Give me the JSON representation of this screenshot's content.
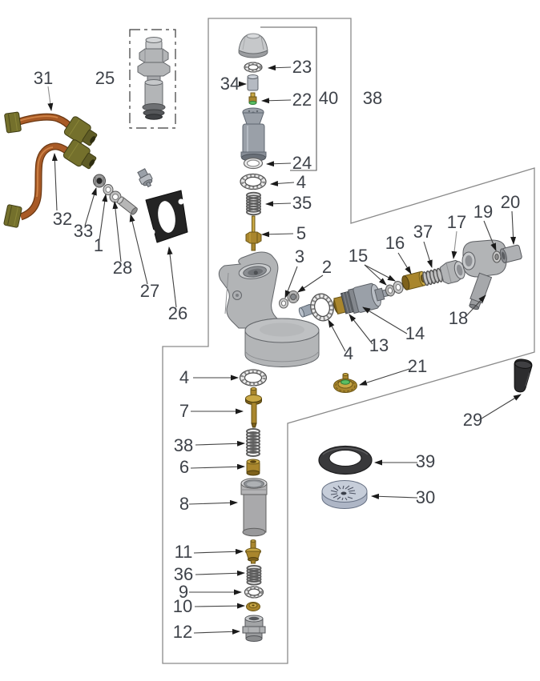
{
  "palette": {
    "copper": "#a85a26",
    "copper_dark": "#6b3812",
    "brass": "#a9862d",
    "olive_fitting": "#74702c",
    "part_gray": "#b3b5b7",
    "seal_green": "#5bbf63",
    "rubber_black": "#39393b",
    "screen_blue_gray": "#c6cdd9",
    "outline_gray": "#8a8a8a",
    "label_color": "#3e4249"
  },
  "callouts": {
    "c1": "1",
    "c2": "2",
    "c3": "3",
    "c4_col": "4",
    "c4_right": "4",
    "c4_bot": "4",
    "c5": "5",
    "c6": "6",
    "c7": "7",
    "c8": "8",
    "c9": "9",
    "c10": "10",
    "c11": "11",
    "c12": "12",
    "c13": "13",
    "c14": "14",
    "c15": "15",
    "c16": "16",
    "c17": "17",
    "c18": "18",
    "c19": "19",
    "c20": "20",
    "c21": "21",
    "c22": "22",
    "c23": "23",
    "c24": "24",
    "c25": "25",
    "c26": "26",
    "c27": "27",
    "c28": "28",
    "c29": "29",
    "c30": "30",
    "c31": "31",
    "c32": "32",
    "c33": "33",
    "c34": "34",
    "c35": "35",
    "c36": "36",
    "c37": "37",
    "c38_top": "38",
    "c38_spring": "38",
    "c39": "39",
    "c40": "40"
  }
}
